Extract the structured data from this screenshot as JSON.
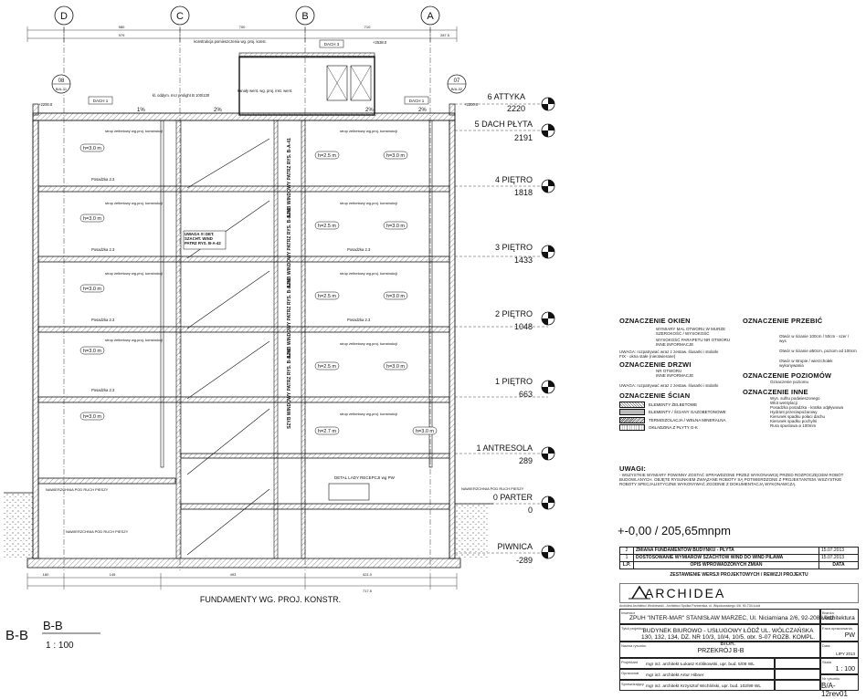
{
  "axes": [
    "D",
    "C",
    "B",
    "A"
  ],
  "top_dims": [
    "980",
    "979",
    "700",
    "710",
    "287.5"
  ],
  "roof_notes": {
    "dach3": "DACH 3",
    "dach1_left": "DACH 1",
    "dach1_right": "DACH 1",
    "construction": "konstrukcja pomieszczenia wg. proj. konst.",
    "ventilation": "kanały went. wg. proj. inst. went.",
    "skylight": "kl. oddym. mcr prolight B 100/130",
    "top_level": "+2538.0",
    "left_level": "+2200.0",
    "right_level": "+2200.0",
    "slope": "2%",
    "slope_b": "1%",
    "ref_left": "08",
    "ref_left_sheet": "B/A-31",
    "ref_right": "07",
    "ref_right_sheet": "B/A-32"
  },
  "levels": [
    {
      "name": "6 ATTYKA",
      "value": "2220"
    },
    {
      "name": "5 DACH PŁYTA",
      "value": "2191"
    },
    {
      "name": "4 PIĘTRO",
      "value": "1818"
    },
    {
      "name": "3 PIĘTRO",
      "value": "1433"
    },
    {
      "name": "2 PIĘTRO",
      "value": "1048"
    },
    {
      "name": "1 PIĘTRO",
      "value": "663"
    },
    {
      "name": "1 ANTRESOLA",
      "value": "289"
    },
    {
      "name": "0 PARTER",
      "value": "0"
    },
    {
      "name": "PIWNICA",
      "value": "-289"
    }
  ],
  "room_heights": [
    "h=3.0 m",
    "h=2.5 m",
    "h=2.7 m"
  ],
  "ceiling_note": "strop żelbetowy wg.proj. konstrukcji",
  "floor_label": "Posadzka 2.3",
  "shaft_note": "UWAGA !!! DET. SZACHT. WIND PATRZ RYS. B-A-42",
  "elevator_note": "SZYB WINDOWY PATRZ RYS. B-A-41",
  "counter_note": "DETAL LADY RECEPCJI wg PW",
  "foundation_note": "FUNDAMENTY WG. PROJ. KONSTR.",
  "backfill_note": "NAWIERZCHNIA POD RUCH PIESZY",
  "bottom_dims": [
    "180",
    "145",
    "493",
    "421.0",
    "717.5"
  ],
  "section": {
    "label": "B-B",
    "title": "B-B",
    "scale": "1 : 100"
  },
  "legend": {
    "windows_title": "OZNACZENIE OKIEN",
    "windows_items": [
      "WYMIARY MAL OTWORU W MURZE SZEROKOŚĆ / WYSOKOŚĆ",
      "WYSOKOŚĆ PARAPETU NR OTWORU INNE INFORMACJE"
    ],
    "windows_note": "UWAGA: rozpatrywać wraz z zestaw. ślusarki i stolarki",
    "windows_note2": "FIX - okna stałe (nieotwierane)",
    "doors_title": "OZNACZENIE DRZWI",
    "doors_items": [
      "NR OTWORU",
      "INNE INFORMACJE"
    ],
    "doors_note": "UWAGA: rozpatrywać wraz z zestaw. ślusarki i stolarki",
    "walls_title": "OZNACZENIE ŚCIAN",
    "walls_items": [
      "ELEMENTY ŻELBETOWE",
      "ELEMENTY / ŚCIANY GAZOBETONOWE",
      "TERMOIZOLACJA / WEŁNA MINERALNA",
      "OKŁADZINA Z PŁYTY G-K"
    ],
    "remarks_title": "UWAGI:",
    "remarks": "- WSZYSTKIE WYMIARY POWINNY ZOSTAĆ SPRAWDZONE PRZEZ WYKONAWCĘ PRZED ROZPOCZĘCIEM ROBÓT BUDOWLANYCH. OBJĘTE RYSUNKIEM ZWIĄZANE ROBOTY SĄ POTWIERDZONE Z PROJEKTANTEM. WSZYSTKIE ROBOTY SPECJALISTYCZNE WYKONYWAĆ ZGODNIE Z DOKUMENTACJĄ WYKONAWCZĄ.",
    "openings_title": "OZNACZENIE PRZEBIĆ",
    "openings_items": [
      "Otwór w ścianie 100cm / 50cm - szer / wys",
      "Otwór w ścianie ø50cm, poziom od 100cm",
      "Otwór w stropie / wierzchołek wykonywania"
    ],
    "levels_title": "OZNACZENIE POZIOMÓW",
    "levels_item": "Oznaczenie poziomu",
    "others_title": "OZNACZENIE INNE",
    "others_items": [
      "Wys. sufitu podwieszonego",
      "Wlot wentylacji",
      "Posadzka posadzka - kratka odpływowa",
      "Hydrant przeciwpożarowy",
      "Kierunek spadku połaci dachu",
      "Kierunek spadku pochylni",
      "Rura spustowa ø 100mm"
    ]
  },
  "elevation_ref": "+-0,00 / 205,65mnpm",
  "title_block": {
    "revisions": [
      {
        "no": "2",
        "desc": "ZMIANA FUNDAMENTÓW BUDYNKU - PŁYTA",
        "date": "15.07.2013"
      },
      {
        "no": "1",
        "desc": "DOSTOSOWANIE WYMIARÓW SZACHTÓW WIND DO WIND PILAWA",
        "date": "15.07.2013"
      }
    ],
    "rev_header_no": "L.P.",
    "rev_header_desc": "OPIS WPROWADZONYCH ZMIAN",
    "rev_header_date": "DATA",
    "rev_caption": "ZESTAWIENIE WERSJI PROJEKTOWYCH / REWIZJI PROJEKTU",
    "logo": "ARCHIDEA",
    "company_line": "Archidea Architekci Wróblewski - Architekci Spółka Partnerska, ul. Więckowskiego 4/6, 90-734 Łódź",
    "investor_label": "Inwestor",
    "investor": "ZPUH \"INTER-MAR\" STANISŁAW MARZEC, Ul. Niciamiana 2/6, 92-208 Łódź",
    "branch_label": "Branża",
    "branch": "Architektura",
    "project_label": "Tytuł projektu",
    "project": "BUDYNEK BIUROWO - USŁUGOWY ŁÓDŹ UL. WÓLCZAŃSKA 130, 132, 134, DZ. NR 10/3, 10/4, 10/5, obr. S-07 ROZB. KOMPL. BIUR.",
    "phase_label": "Faza opracowania",
    "phase": "PW",
    "drawing_label": "Nazwa rysunku",
    "drawing": "PRZEKRÓJ B-B",
    "date_label": "Data",
    "date": "LIPY 2013",
    "scale_label": "Skala",
    "scale": "1 : 100",
    "designer_label": "Projektant",
    "designer": "mgr inż. architekt Łukasz Królikowski, upr. bud. 5/08 WL",
    "author_label": "Opracował",
    "author": "mgr inż. architekt Artur Hibner",
    "checker_label": "Sprawdzający",
    "checker": "mgr inż. architekt Krzysztof Wichliński, upr. bud. 102/99 WL",
    "sheet_label": "Nr rysunku",
    "sheet": "B/A-12rev01"
  },
  "colors": {
    "line": "#111111",
    "hatch": "#777777",
    "fill": "#bbbbbb"
  }
}
